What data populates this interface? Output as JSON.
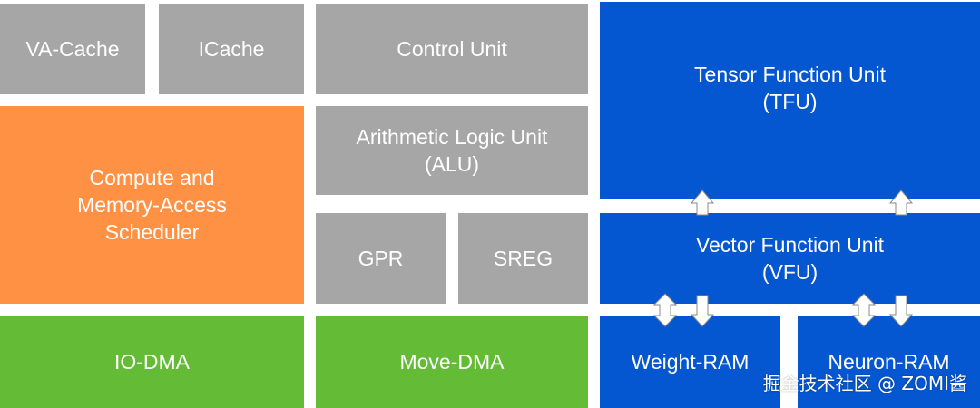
{
  "blocks": {
    "va_cache": "VA-Cache",
    "icache": "ICache",
    "control_unit": "Control Unit",
    "alu_line1": "Arithmetic Logic Unit",
    "alu_line2": "(ALU)",
    "cmas_line1": "Compute and",
    "cmas_line2": "Memory-Access",
    "cmas_line3": "Scheduler",
    "gpr": "GPR",
    "sreg": "SREG",
    "tfu_line1": "Tensor Function Unit",
    "tfu_line2": "(TFU)",
    "vfu_line1": "Vector Function Unit",
    "vfu_line2": "(VFU)",
    "io_dma": "IO-DMA",
    "move_dma": "Move-DMA",
    "weight_ram": "Weight-RAM",
    "neuron_ram": "Neuron-RAM"
  },
  "watermark": "掘金技术社区 @ ZOMI酱",
  "colors": {
    "gray": "#a6a6a6",
    "orange": "#ff9144",
    "green": "#64bb36",
    "blue": "#0457d1"
  }
}
